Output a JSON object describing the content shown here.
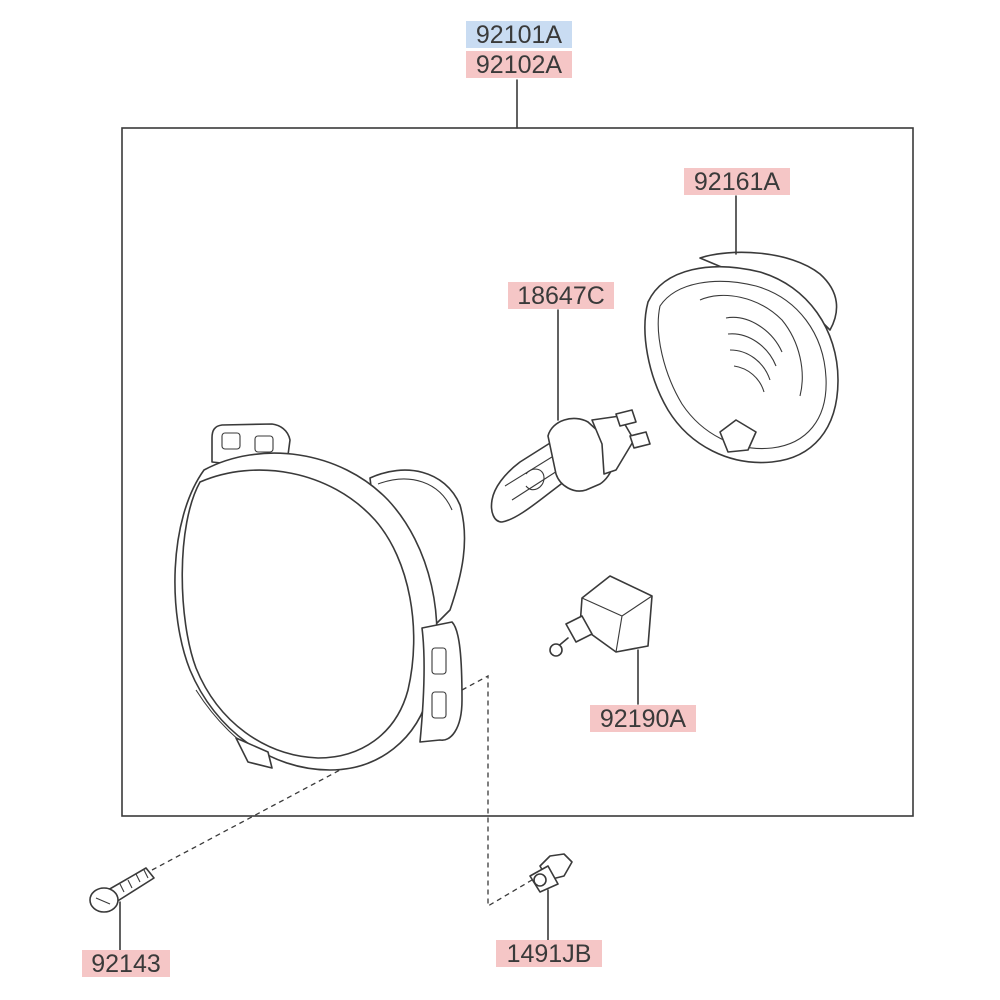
{
  "colors": {
    "assembly_highlight": "#c9dcf2",
    "part_highlight": "#f5c6c6",
    "line": "#3a3a3a"
  },
  "labels": {
    "assembly_lh": "92101A",
    "assembly_rh": "92102A",
    "housing_cover": "92161A",
    "bulb": "18647C",
    "socket": "92190A",
    "screw": "92143",
    "clip": "1491JB"
  }
}
